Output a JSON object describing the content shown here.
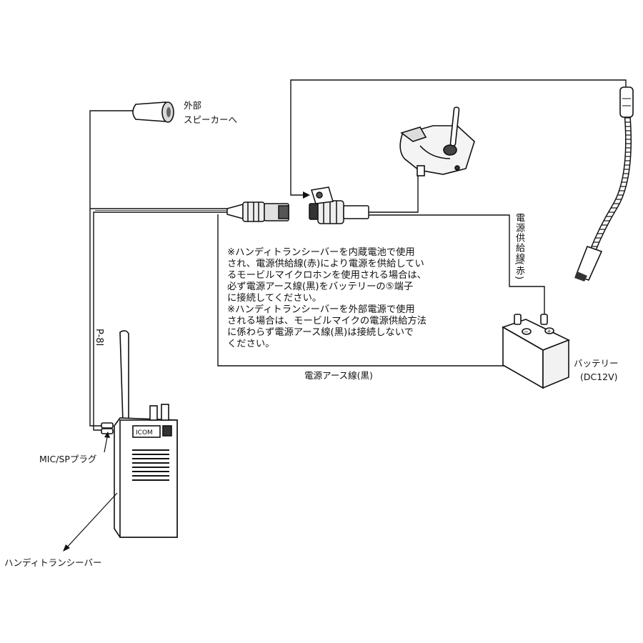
{
  "labels": {
    "external_speaker_line1": "外部",
    "external_speaker_line2": "スピーカーへ",
    "cable_model": "P-8I",
    "mic_sp_plug": "MIC/SPプラグ",
    "handy_transceiver": "ハンディトランシーバー",
    "power_supply_wire": "電源供給線",
    "power_supply_wire_color": "(赤)",
    "power_earth_wire": "電源アース線(黒)",
    "battery": "バッテリー",
    "battery_voltage": "(DC12V)"
  },
  "note_lines": [
    "※ハンディトランシーバーを内蔵電池で使用",
    "され、電源供給線(赤)により電源を供給してい",
    "るモービルマイクロホンを使用される場合は、",
    "必ず電源アース線(黒)をバッテリーの⑤端子",
    "に接続してください。",
    "※ハンディトランシーバーを外部電源で使用",
    "される場合は、モービルマイクの電源供給方法",
    "に係わらず電源アース線(黒)は接続しないで",
    "ください。"
  ]
}
